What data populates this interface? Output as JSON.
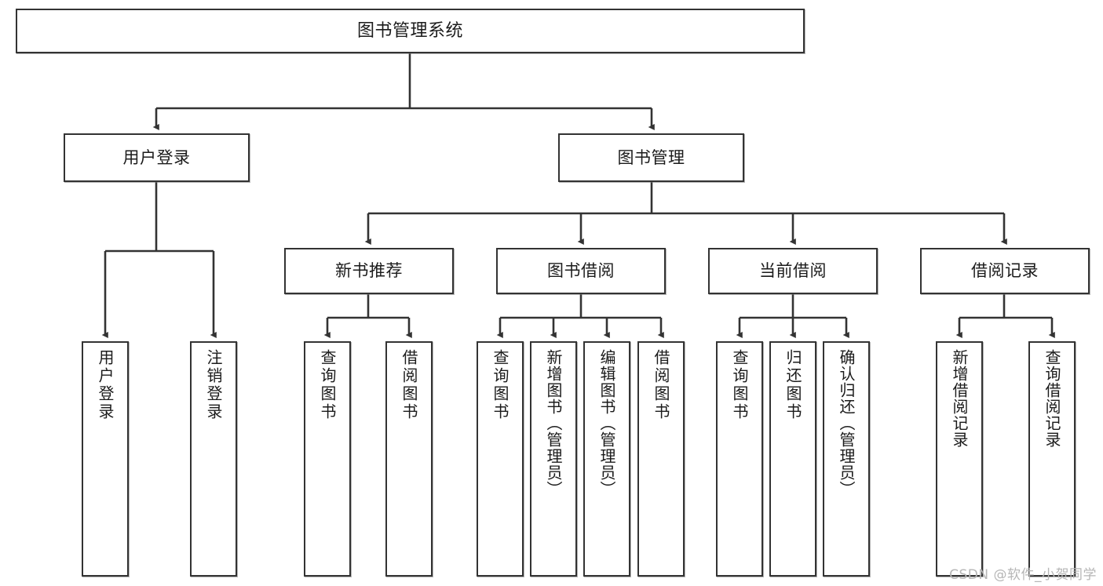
{
  "diagram": {
    "title_text": "图书管理系统",
    "watermark": "CSDN @软件_小贺同学",
    "line_color": "#333333",
    "box_fill": "#ffffff",
    "text_color": "#1b1b1b",
    "nodes": {
      "root": "图书管理系统",
      "level1": {
        "user_login": "用户登录",
        "book_manage": "图书管理"
      },
      "level2": {
        "new_book_rec": "新书推荐",
        "book_borrow": "图书借阅",
        "current_borrow": "当前借阅",
        "borrow_record": "借阅记录"
      },
      "leaves": {
        "user_login_1": "用户登录",
        "user_login_2": "注销登录",
        "new_book_1": "查询图书",
        "new_book_2": "借阅图书",
        "borrow_1": "查询图书",
        "borrow_2": "新增图书（管理员）",
        "borrow_3": "编辑图书（管理员）",
        "borrow_4": "借阅图书",
        "current_1": "查询图书",
        "current_2": "归还图书",
        "current_3": "确认归还（管理员）",
        "record_1": "新增借阅记录",
        "record_2": "查询借阅记录"
      }
    }
  }
}
